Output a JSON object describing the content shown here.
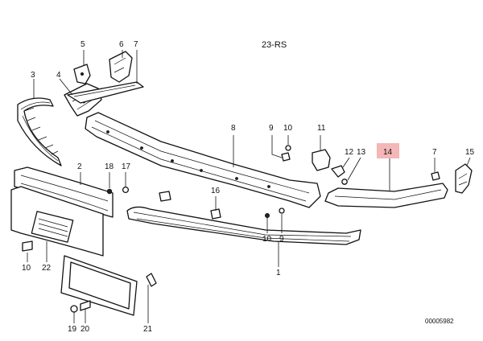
{
  "diagram_code": "23-RS",
  "drawing_ref": "00005982",
  "highlight_color": "#f4b6b6",
  "highlighted_part": "14",
  "part_numbers": {
    "p1": "1",
    "p2": "2",
    "p3": "3",
    "p4": "4",
    "p5": "5",
    "p6": "6",
    "p7a": "7",
    "p7b": "7",
    "p8": "8",
    "p9a": "9",
    "p9b": "9",
    "p10a": "10",
    "p10b": "10",
    "p11": "11",
    "p12": "12",
    "p13": "13",
    "p14": "14",
    "p15": "15",
    "p16": "16",
    "p17": "17",
    "p18": "18",
    "p19": "19",
    "p20": "20",
    "p21": "21",
    "p22": "22"
  }
}
